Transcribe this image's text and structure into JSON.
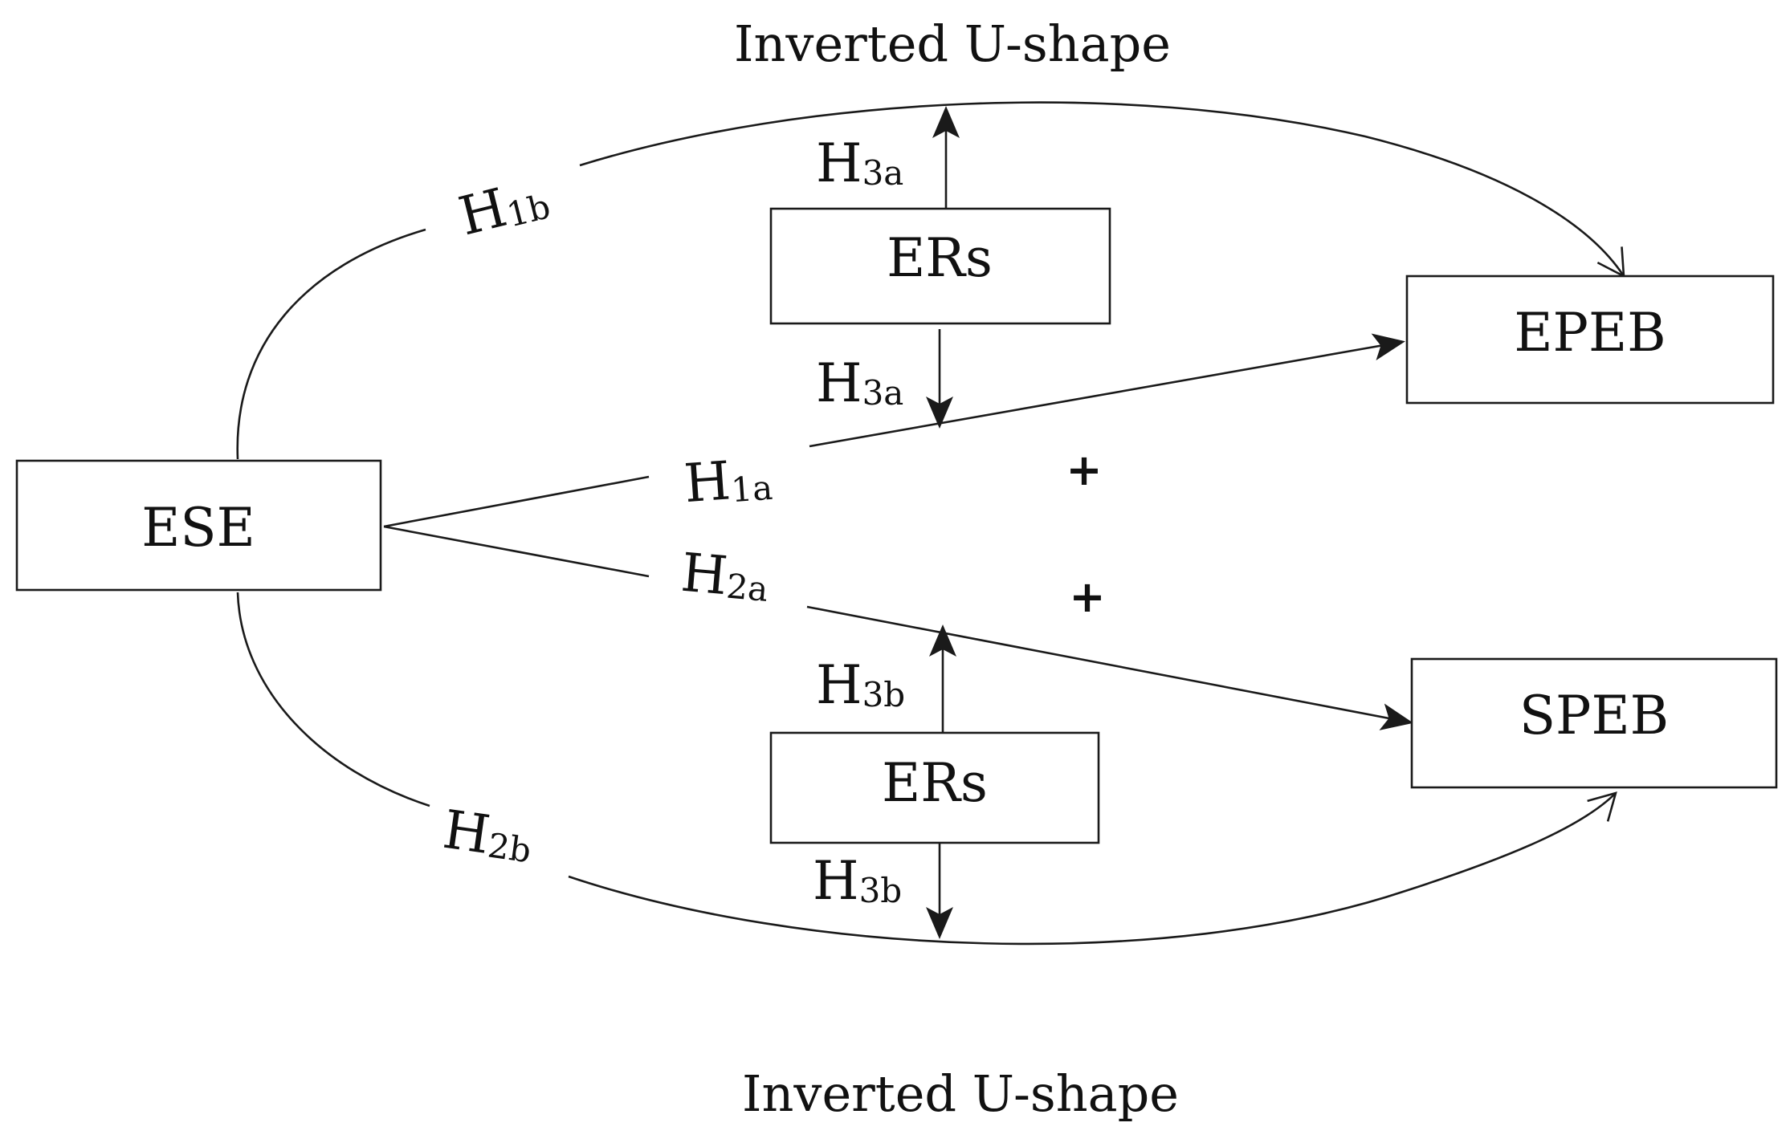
{
  "captions": {
    "top": "Inverted U-shape",
    "bottom": "Inverted U-shape"
  },
  "boxes": {
    "ese": "ESE",
    "epeb": "EPEB",
    "speb": "SPEB",
    "ers_top": "ERs",
    "ers_bottom": "ERs"
  },
  "hypotheses": {
    "h1a": {
      "main": "H",
      "sub": "1a"
    },
    "h1b": {
      "main": "H",
      "sub": "1b"
    },
    "h2a": {
      "main": "H",
      "sub": "2a"
    },
    "h2b": {
      "main": "H",
      "sub": "2b"
    },
    "h3a_up": {
      "main": "H",
      "sub": "3a"
    },
    "h3a_down": {
      "main": "H",
      "sub": "3a"
    },
    "h3b_up": {
      "main": "H",
      "sub": "3b"
    },
    "h3b_down": {
      "main": "H",
      "sub": "3b"
    }
  },
  "signs": {
    "h1a": "+",
    "h2a": "+"
  }
}
